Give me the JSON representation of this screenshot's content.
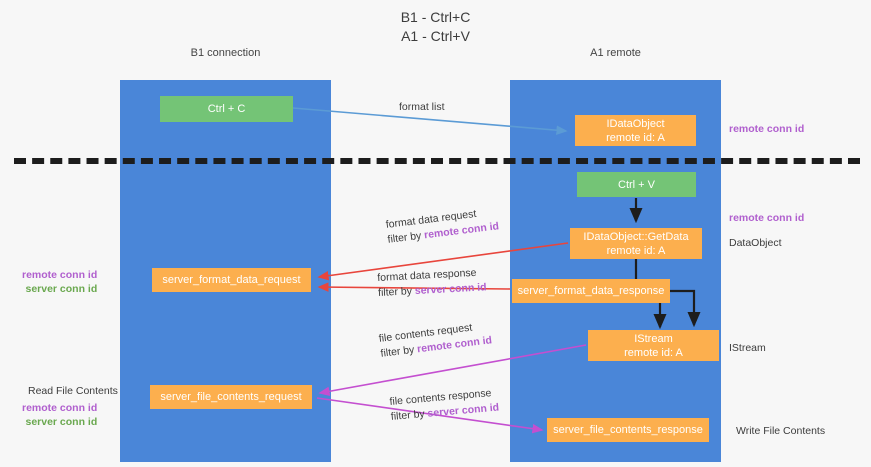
{
  "title": "B1 - Ctrl+C\nA1 - Ctrl+V",
  "lanes": [
    {
      "name": "b1",
      "title": "B1\nconnection"
    },
    {
      "name": "a1",
      "title": "A1\nremote"
    }
  ],
  "nodes": {
    "ctrl_c": "Ctrl + C",
    "idataobject": "IDataObject\nremote id: A",
    "ctrl_v": "Ctrl + V",
    "getdata": "IDataObject::GetData\nremote id: A",
    "server_format_data_request": "server_format_data_request",
    "server_format_data_response": "server_format_data_response",
    "istream": "IStream\nremote id: A",
    "server_file_contents_request": "server_file_contents_request",
    "server_file_contents_response": "server_file_contents_response"
  },
  "edge_labels": {
    "format_list": "format list",
    "format_data_request": "format data request",
    "format_data_request_filter_prefix": "filter by ",
    "format_data_request_filter_key": "remote conn id",
    "format_data_response": "format data response",
    "format_data_response_filter_prefix": "filter by ",
    "format_data_response_filter_key": "server conn id",
    "file_contents_request": "file contents request",
    "file_contents_request_filter_prefix": "filter by ",
    "file_contents_request_filter_key": "remote conn id",
    "file_contents_response": "file contents response",
    "file_contents_response_filter_prefix": "filter by ",
    "file_contents_response_filter_key": "server conn id"
  },
  "annotations": {
    "remote_conn_id_top": "remote conn id",
    "remote_conn_id_mid": "remote conn id",
    "dataobject": "DataObject",
    "istream": "IStream",
    "write_file_contents": "Write File Contents",
    "read_file_contents": "Read File Contents",
    "remote_conn_id_left_1": "remote conn id",
    "server_conn_id_left_1": "server conn id",
    "remote_conn_id_left_2": "remote conn id",
    "server_conn_id_left_2": "server conn id"
  },
  "colors": {
    "lane": "#4a86d8",
    "green_node": "#74c476",
    "orange_node": "#fcaf4e",
    "purple_text": "#b05fce",
    "green_text": "#6aa84f",
    "blue_arrow": "#5b9bd5",
    "red_arrow": "#e8453c",
    "black_arrow": "#1d1d1d",
    "magenta_arrow": "#c44fd0",
    "background": "#f7f7f7"
  }
}
